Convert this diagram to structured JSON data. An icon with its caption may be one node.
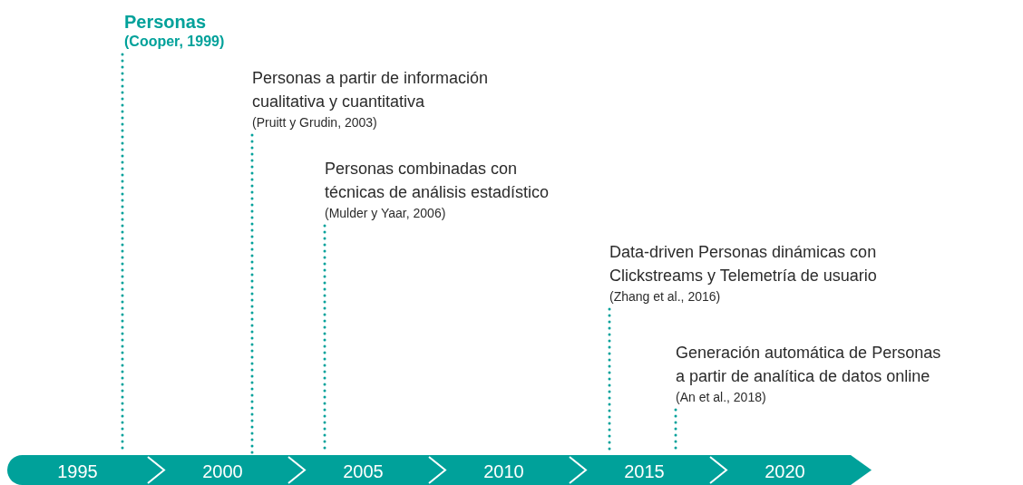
{
  "diagram": {
    "nodes": [
      {
        "text": [
          "Personas",
          "(Cooper, 1999)"
        ]
      },
      {
        "text": [
          "Personas a partir de información cualitativa y cuantitativa",
          "(Pruitt y Grudin, 2003)"
        ]
      },
      {
        "text": [
          "Personas combinadas con técnicas de análisis estadístico",
          "(Mulder y Yaar, 2006)"
        ]
      },
      {
        "text": [
          "Data-driven Personas dinámicas con Clickstreams y Telemetría de usuario",
          "(Zhang et al., 2016)"
        ]
      },
      {
        "text": [
          "Generación automática de Personas a partir de analítica de datos online",
          "(An et al., 2018)"
        ]
      },
      {
        "text": [
          "1995"
        ]
      },
      {
        "text": [
          "2000"
        ]
      },
      {
        "text": [
          "2005"
        ]
      },
      {
        "text": [
          "2010"
        ]
      },
      {
        "text": [
          "2015"
        ]
      },
      {
        "text": [
          "2020"
        ]
      }
    ],
    "edges": [
      {
        "from": 0,
        "to": 5,
        "arrow": "none",
        "style": "dashed"
      },
      {
        "from": 1,
        "to": 6,
        "arrow": "none",
        "style": "dashed"
      },
      {
        "from": 2,
        "to": 7,
        "arrow": "none",
        "style": "dashed"
      },
      {
        "from": 3,
        "to": 9,
        "arrow": "none",
        "style": "dashed"
      },
      {
        "from": 4,
        "to": 9,
        "arrow": "none",
        "style": "dashed"
      }
    ]
  }
}
